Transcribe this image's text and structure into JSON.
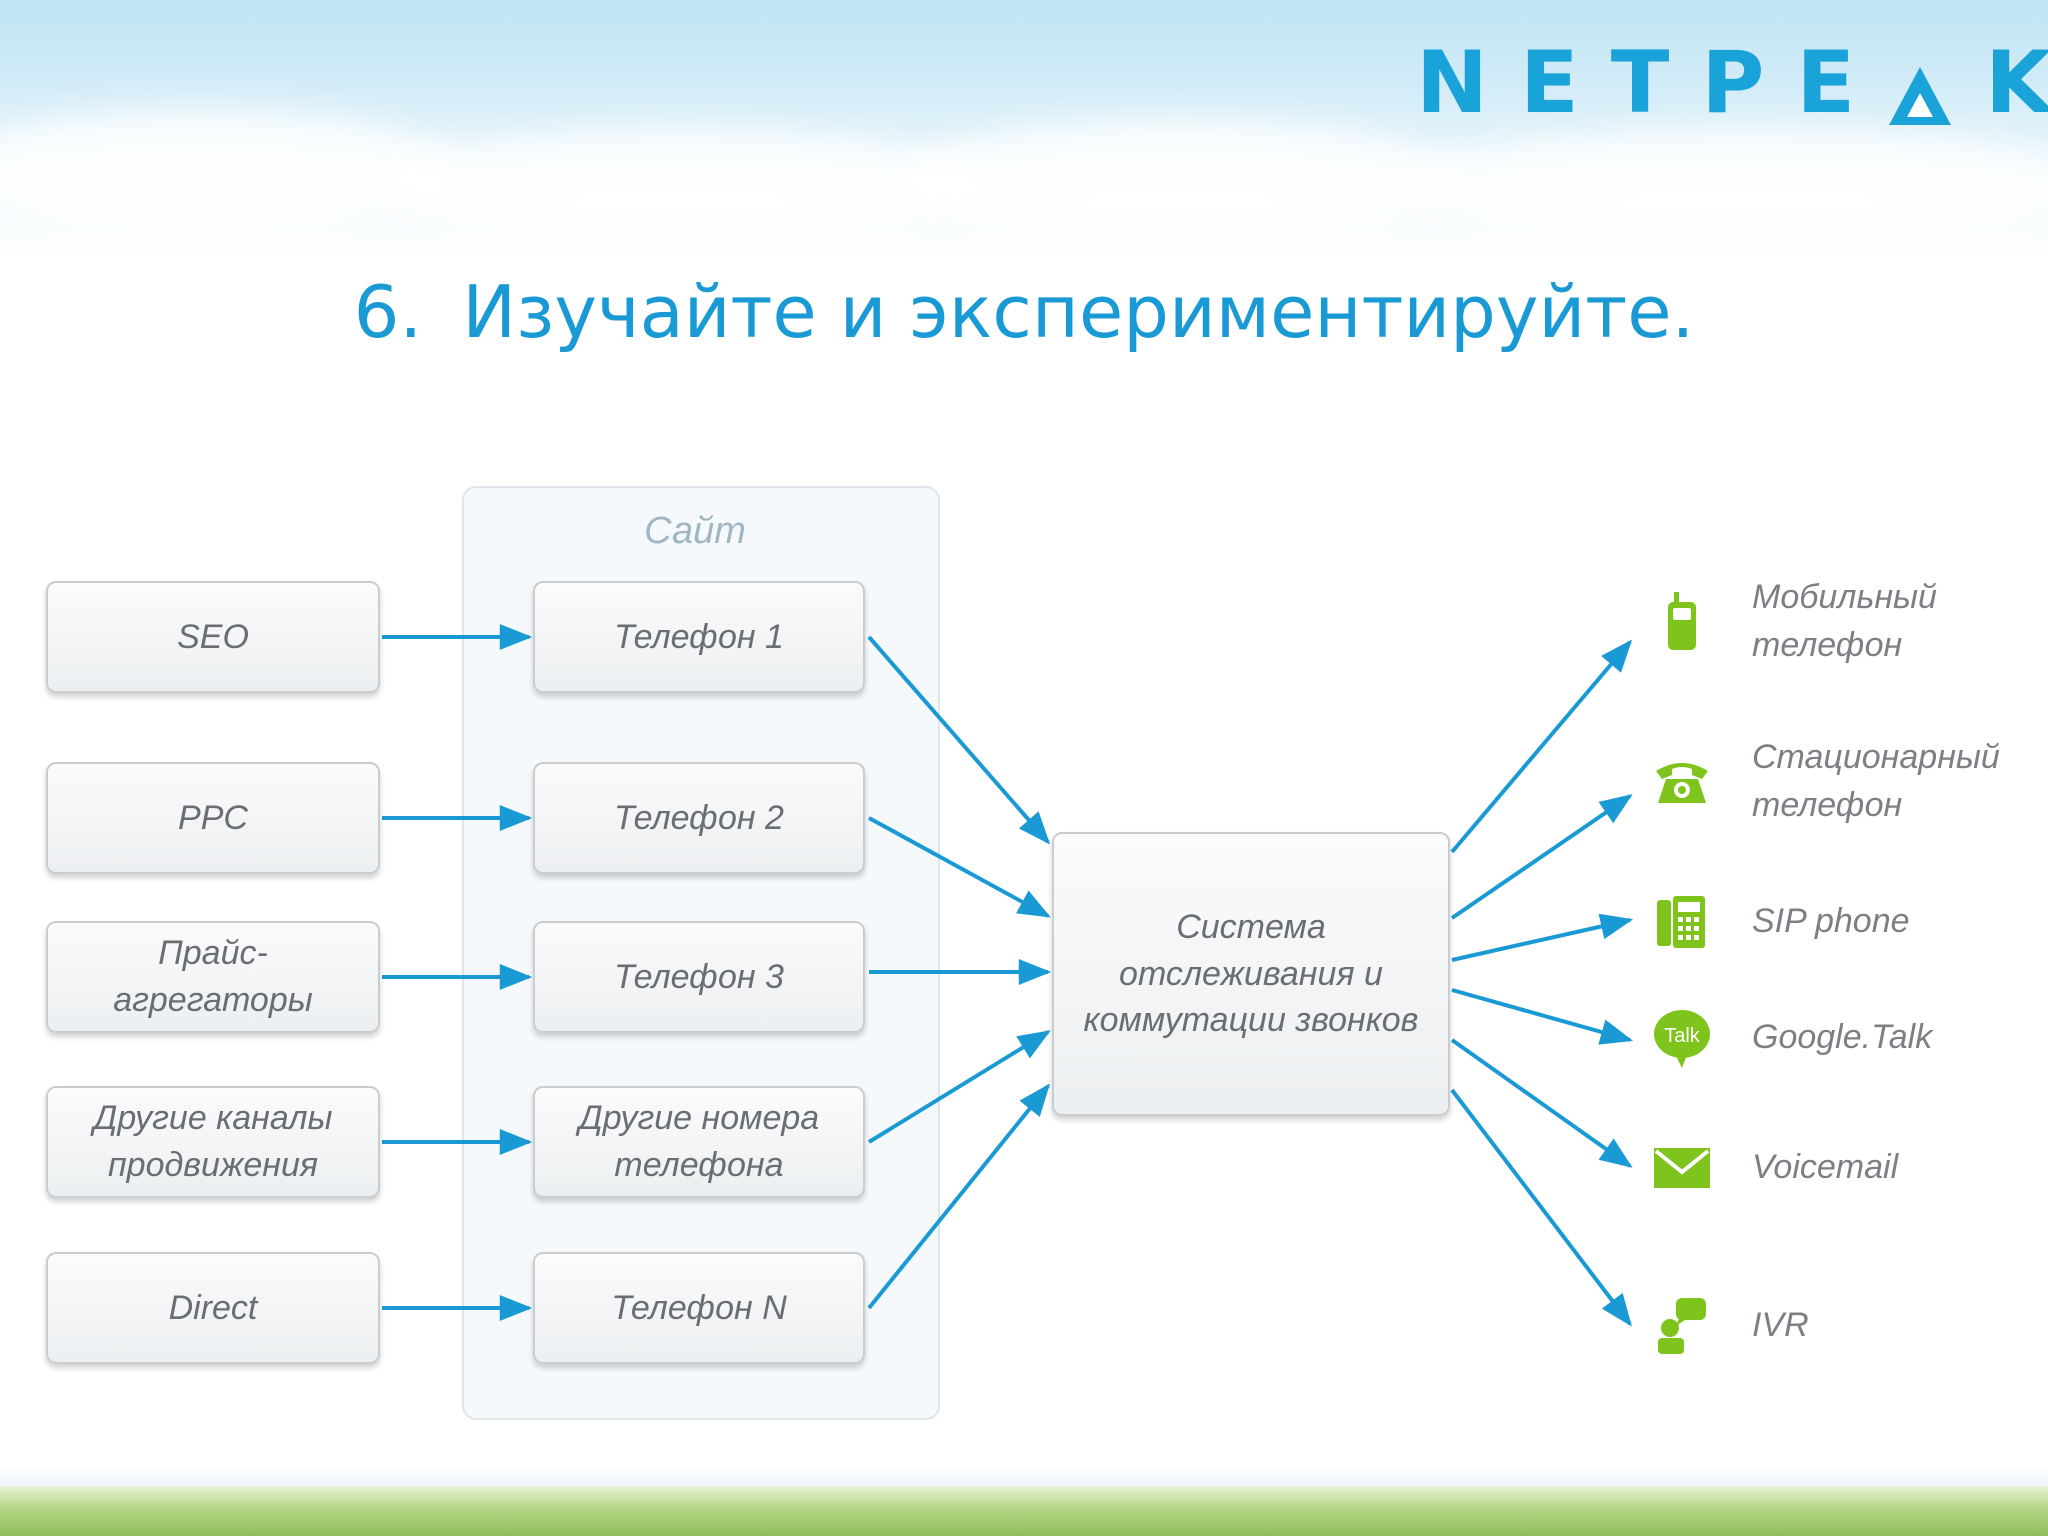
{
  "brand": {
    "logo_text": "NETPEAK"
  },
  "title": {
    "number": "6.",
    "text": "Изучайте и экспериментируйте."
  },
  "diagram": {
    "site_label": "Сайт",
    "sources": [
      {
        "lines": [
          "SEO"
        ]
      },
      {
        "lines": [
          "PPC"
        ]
      },
      {
        "lines": [
          "Прайс-",
          "агрегаторы"
        ]
      },
      {
        "lines": [
          "Другие каналы",
          "продвижения"
        ]
      },
      {
        "lines": [
          "Direct"
        ]
      }
    ],
    "phones": [
      {
        "lines": [
          "Телефон 1"
        ]
      },
      {
        "lines": [
          "Телефон 2"
        ]
      },
      {
        "lines": [
          "Телефон 3"
        ]
      },
      {
        "lines": [
          "Другие номера",
          "телефона"
        ]
      },
      {
        "lines": [
          "Телефон N"
        ]
      }
    ],
    "system": {
      "lines": [
        "Система",
        "отслеживания и",
        "коммутации звонков"
      ]
    },
    "destinations": [
      {
        "lines": [
          "Мобильный",
          "телефон"
        ],
        "icon": "mobile-phone-icon"
      },
      {
        "lines": [
          "Стационарный",
          "телефон"
        ],
        "icon": "landline-phone-icon"
      },
      {
        "lines": [
          "SIP phone"
        ],
        "icon": "sip-phone-icon"
      },
      {
        "lines": [
          "Google.Talk"
        ],
        "icon": "google-talk-icon",
        "icon_text": "Talk"
      },
      {
        "lines": [
          "Voicemail"
        ],
        "icon": "envelope-icon"
      },
      {
        "lines": [
          "IVR"
        ],
        "icon": "ivr-person-icon"
      }
    ],
    "colors": {
      "arrow": "#1a9ad4",
      "icon": "#7fc41c",
      "title": "#1a9ad4"
    }
  }
}
